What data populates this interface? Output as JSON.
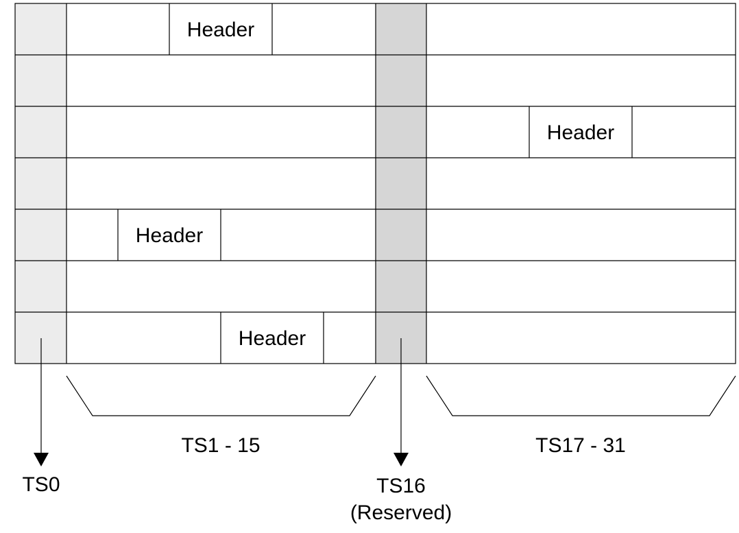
{
  "frame": {
    "rows": 7,
    "header_label": "Header",
    "header_positions": [
      {
        "row": 0,
        "group": "ts1_15",
        "slot": 2
      },
      {
        "row": 2,
        "group": "ts17_31",
        "slot": 2
      },
      {
        "row": 4,
        "group": "ts1_15",
        "slot": 1
      },
      {
        "row": 6,
        "group": "ts1_15",
        "slot": 3
      }
    ]
  },
  "labels": {
    "ts0": "TS0",
    "ts1_15": "TS1 - 15",
    "ts16": "TS16",
    "ts16_note": "(Reserved)",
    "ts17_31": "TS17 - 31"
  },
  "colors": {
    "ts0_fill": "#ececec",
    "ts16_fill": "#d6d6d6",
    "line": "#000000"
  }
}
